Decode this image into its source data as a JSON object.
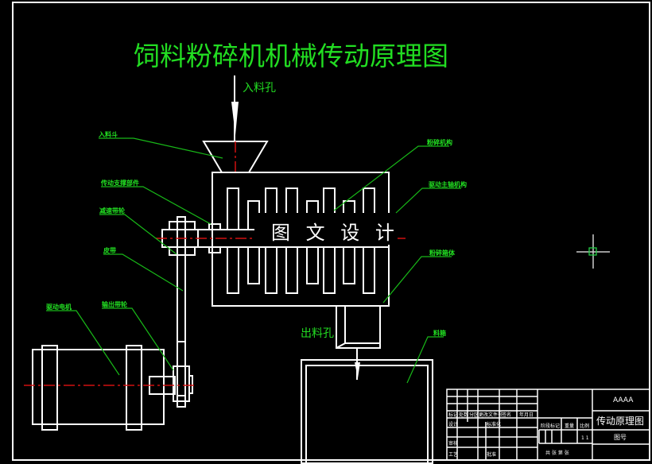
{
  "drawing": {
    "title": "饲料粉碎机机械传动原理图",
    "watermark": "图 文 设 计",
    "inlet_label": "入料孔",
    "outlet_label": "出料孔"
  },
  "callouts": [
    {
      "id": "hopper",
      "text": "入料斗"
    },
    {
      "id": "bearing-support",
      "text": "传动支撑部件"
    },
    {
      "id": "reducer-pulley",
      "text": "减速带轮"
    },
    {
      "id": "belt",
      "text": "皮带"
    },
    {
      "id": "motor",
      "text": "驱动电机"
    },
    {
      "id": "output-pulley",
      "text": "输出带轮"
    },
    {
      "id": "crushing-mechanism",
      "text": "粉碎机构"
    },
    {
      "id": "drive-shaft-mechanism",
      "text": "驱动主轴机构"
    },
    {
      "id": "housing",
      "text": "粉碎箱体"
    },
    {
      "id": "collector",
      "text": "料箱"
    }
  ],
  "title_block": {
    "code": "AAAA",
    "drawing_name": "传动原理图",
    "drawing_no_label": "图号",
    "scale_ratio": "1 1",
    "headers": [
      "标记",
      "处数",
      "分区",
      "更改文件号",
      "签名",
      "年月日"
    ],
    "rows": [
      "设计",
      "审核",
      "工艺"
    ],
    "std_label": "标准化",
    "approve_label": "批准",
    "stage_label": "阶段标记",
    "weight_label": "重量",
    "scale_label": "比例",
    "sheet_label": "共 张 第 张"
  },
  "colors": {
    "background": "#000000",
    "outline": "#ffffff",
    "leader": "#18b818",
    "label": "#22e022",
    "centerline": "#d01010"
  }
}
